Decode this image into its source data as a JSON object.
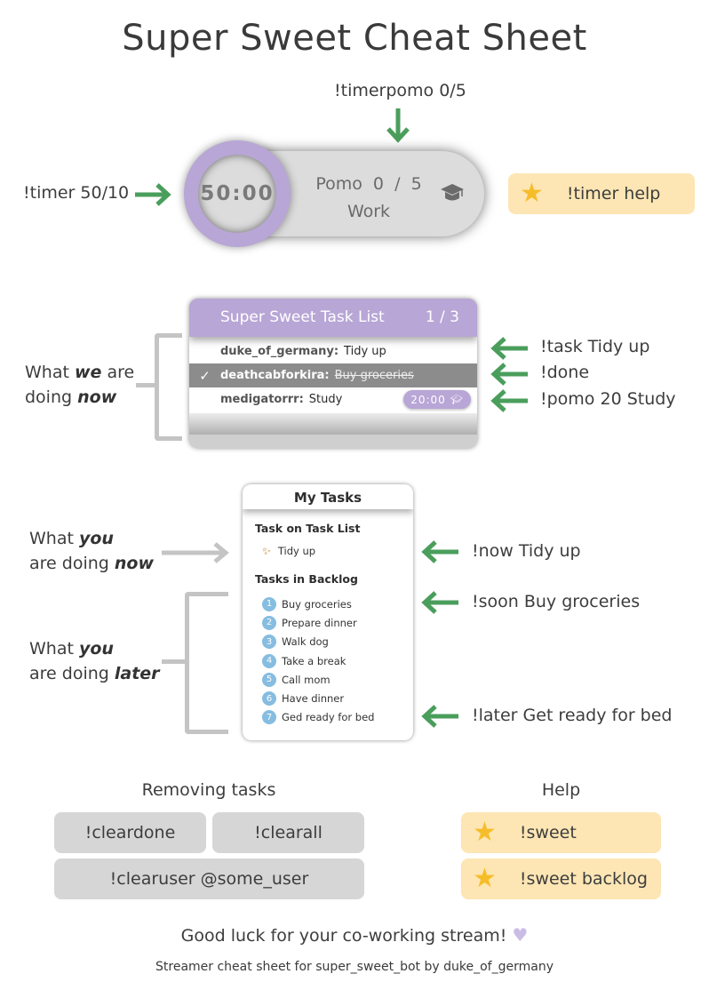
{
  "title": "Super Sweet Cheat Sheet",
  "timer_section": {
    "cmd_timerpomo": "!timerpomo 0/5",
    "cmd_timer": "!timer 50/10",
    "widget": {
      "time": "50:00",
      "pomo_label": "Pomo  0  /  5",
      "mode": "Work",
      "icon": "graduation-cap-icon"
    },
    "help_button": {
      "label": "!timer help",
      "icon": "star-icon"
    }
  },
  "task_list_section": {
    "note_prefix": "What ",
    "note_emph1": "we",
    "note_mid": " are",
    "note_line2": "doing ",
    "note_emph2": "now",
    "widget": {
      "title": "Super Sweet Task List",
      "page": "1 / 3",
      "rows": [
        {
          "user": "duke_of_germany:",
          "task": "Tidy up",
          "done": false
        },
        {
          "user": "deathcabforkira:",
          "task": "Buy groceries",
          "done": true
        },
        {
          "user": "medigatorrr:",
          "task": "Study",
          "done": false,
          "timer": "20:00"
        }
      ]
    },
    "commands": [
      "!task Tidy up",
      "!done",
      "!pomo 20 Study"
    ]
  },
  "my_tasks_section": {
    "note_now": {
      "l1": "What ",
      "e1": "you",
      "l2": "are doing ",
      "e2": "now"
    },
    "note_later": {
      "l1": "What ",
      "e1": "you",
      "l2": "are doing ",
      "e2": "later"
    },
    "widget": {
      "title": "My Tasks",
      "current_heading": "Task on Task List",
      "current_task": "Tidy up",
      "current_icon": "sparkle-icon",
      "backlog_heading": "Tasks in Backlog",
      "backlog": [
        {
          "n": "1",
          "task": "Buy groceries"
        },
        {
          "n": "2",
          "task": "Prepare dinner"
        },
        {
          "n": "3",
          "task": "Walk dog"
        },
        {
          "n": "4",
          "task": "Take a break"
        },
        {
          "n": "5",
          "task": "Call mom"
        },
        {
          "n": "6",
          "task": "Have dinner"
        },
        {
          "n": "7",
          "task": "Ged ready for bed"
        }
      ]
    },
    "commands": {
      "now": "!now Tidy up",
      "soon": "!soon Buy groceries",
      "later": "!later Get ready for bed"
    }
  },
  "removing": {
    "heading": "Removing tasks",
    "buttons": [
      "!cleardone",
      "!clearall",
      "!clearuser @some_user"
    ]
  },
  "help": {
    "heading": "Help",
    "buttons": [
      "!sweet",
      "!sweet backlog"
    ]
  },
  "footer": {
    "message": "Good luck for your co-working stream!",
    "credit": "Streamer cheat sheet for super_sweet_bot by duke_of_germany"
  },
  "colors": {
    "accent": "#b8a6d6",
    "arrow": "#4a9e5c",
    "help_bg": "#fde6b4",
    "star": "#f6bd2a",
    "badge": "#86bde0"
  }
}
